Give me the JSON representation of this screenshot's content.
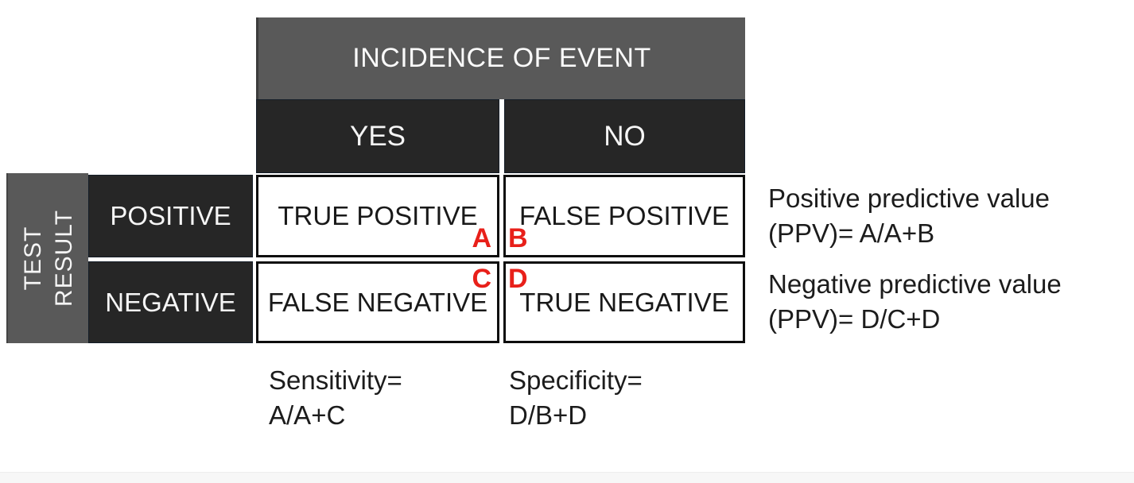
{
  "table": {
    "column_group_header": "INCIDENCE OF EVENT",
    "column_headers": {
      "yes": "YES",
      "no": "NO"
    },
    "row_group_header": {
      "line1": "TEST",
      "line2": "RESULT"
    },
    "row_headers": {
      "positive": "POSITIVE",
      "negative": "NEGATIVE"
    },
    "cells": {
      "true_positive": {
        "label": "TRUE POSITIVE",
        "letter": "A"
      },
      "false_positive": {
        "label": "FALSE POSITIVE",
        "letter": "B"
      },
      "false_negative": {
        "label": "FALSE NEGATIVE",
        "letter": "C"
      },
      "true_negative": {
        "label": "TRUE NEGATIVE",
        "letter": "D"
      }
    }
  },
  "formulas": {
    "ppv": {
      "line1": "Positive predictive value",
      "line2": "(PPV)= A/A+B"
    },
    "npv": {
      "line1": "Negative predictive value",
      "line2": "(PPV)= D/C+D"
    },
    "sensitivity": {
      "line1": "Sensitivity=",
      "line2": "A/A+C"
    },
    "specificity": {
      "line1": "Specificity=",
      "line2": "D/B+D"
    }
  },
  "colors": {
    "header_gray": "#595959",
    "cell_dark": "#262626",
    "letter_red": "#e8201a",
    "cell_border": "#0d0d0d",
    "text_white": "#f5f5f5",
    "text_dark": "#1c1c1c",
    "bottom_strip": "#f7f7f7"
  }
}
